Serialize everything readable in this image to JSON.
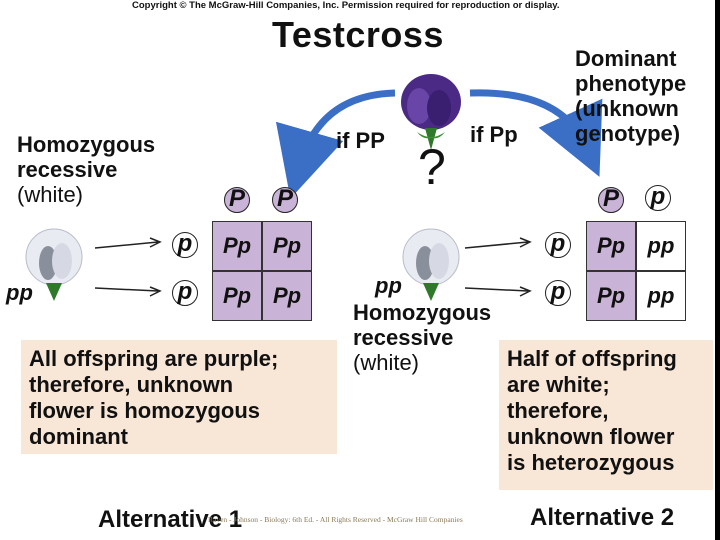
{
  "copyright": "Copyright © The McGraw-Hill Companies, Inc. Permission required for reproduction or display.",
  "title": "Testcross",
  "dominant_label": [
    "Dominant",
    "phenotype",
    "(unknown",
    "genotype)"
  ],
  "homozygous_left": [
    "Homozygous",
    "recessive",
    "(white)"
  ],
  "homozygous_center": [
    "Homozygous",
    "recessive",
    "(white)"
  ],
  "if_left": "if PP",
  "if_right": "if Pp",
  "question": "?",
  "left_geno": "pp",
  "center_geno": "pp",
  "left_cross": {
    "top_alleles": [
      "P",
      "P"
    ],
    "side_alleles": [
      "p",
      "p"
    ],
    "cells": [
      "Pp",
      "Pp",
      "Pp",
      "Pp"
    ]
  },
  "right_cross": {
    "top_alleles": [
      "P",
      "p"
    ],
    "side_alleles": [
      "p",
      "p"
    ],
    "cells": [
      "Pp",
      "pp",
      "Pp",
      "pp"
    ]
  },
  "box_left": [
    "All offspring are purple;",
    "therefore, unknown",
    "flower is homozygous",
    "dominant"
  ],
  "box_right": [
    "Half of offspring",
    "are white;",
    "therefore,",
    "unknown flower",
    "is heterozygous"
  ],
  "alt1": "Alternative 1",
  "alt2": "Alternative 2",
  "footer": "Raven - Johnson - Biology: 6th Ed. - All Rights Reserved - McGraw Hill Companies",
  "colors": {
    "purple_fill": "#c9b3d6",
    "box_fill": "#f8e6d7",
    "arrow_blue": "#3b6fc6"
  }
}
